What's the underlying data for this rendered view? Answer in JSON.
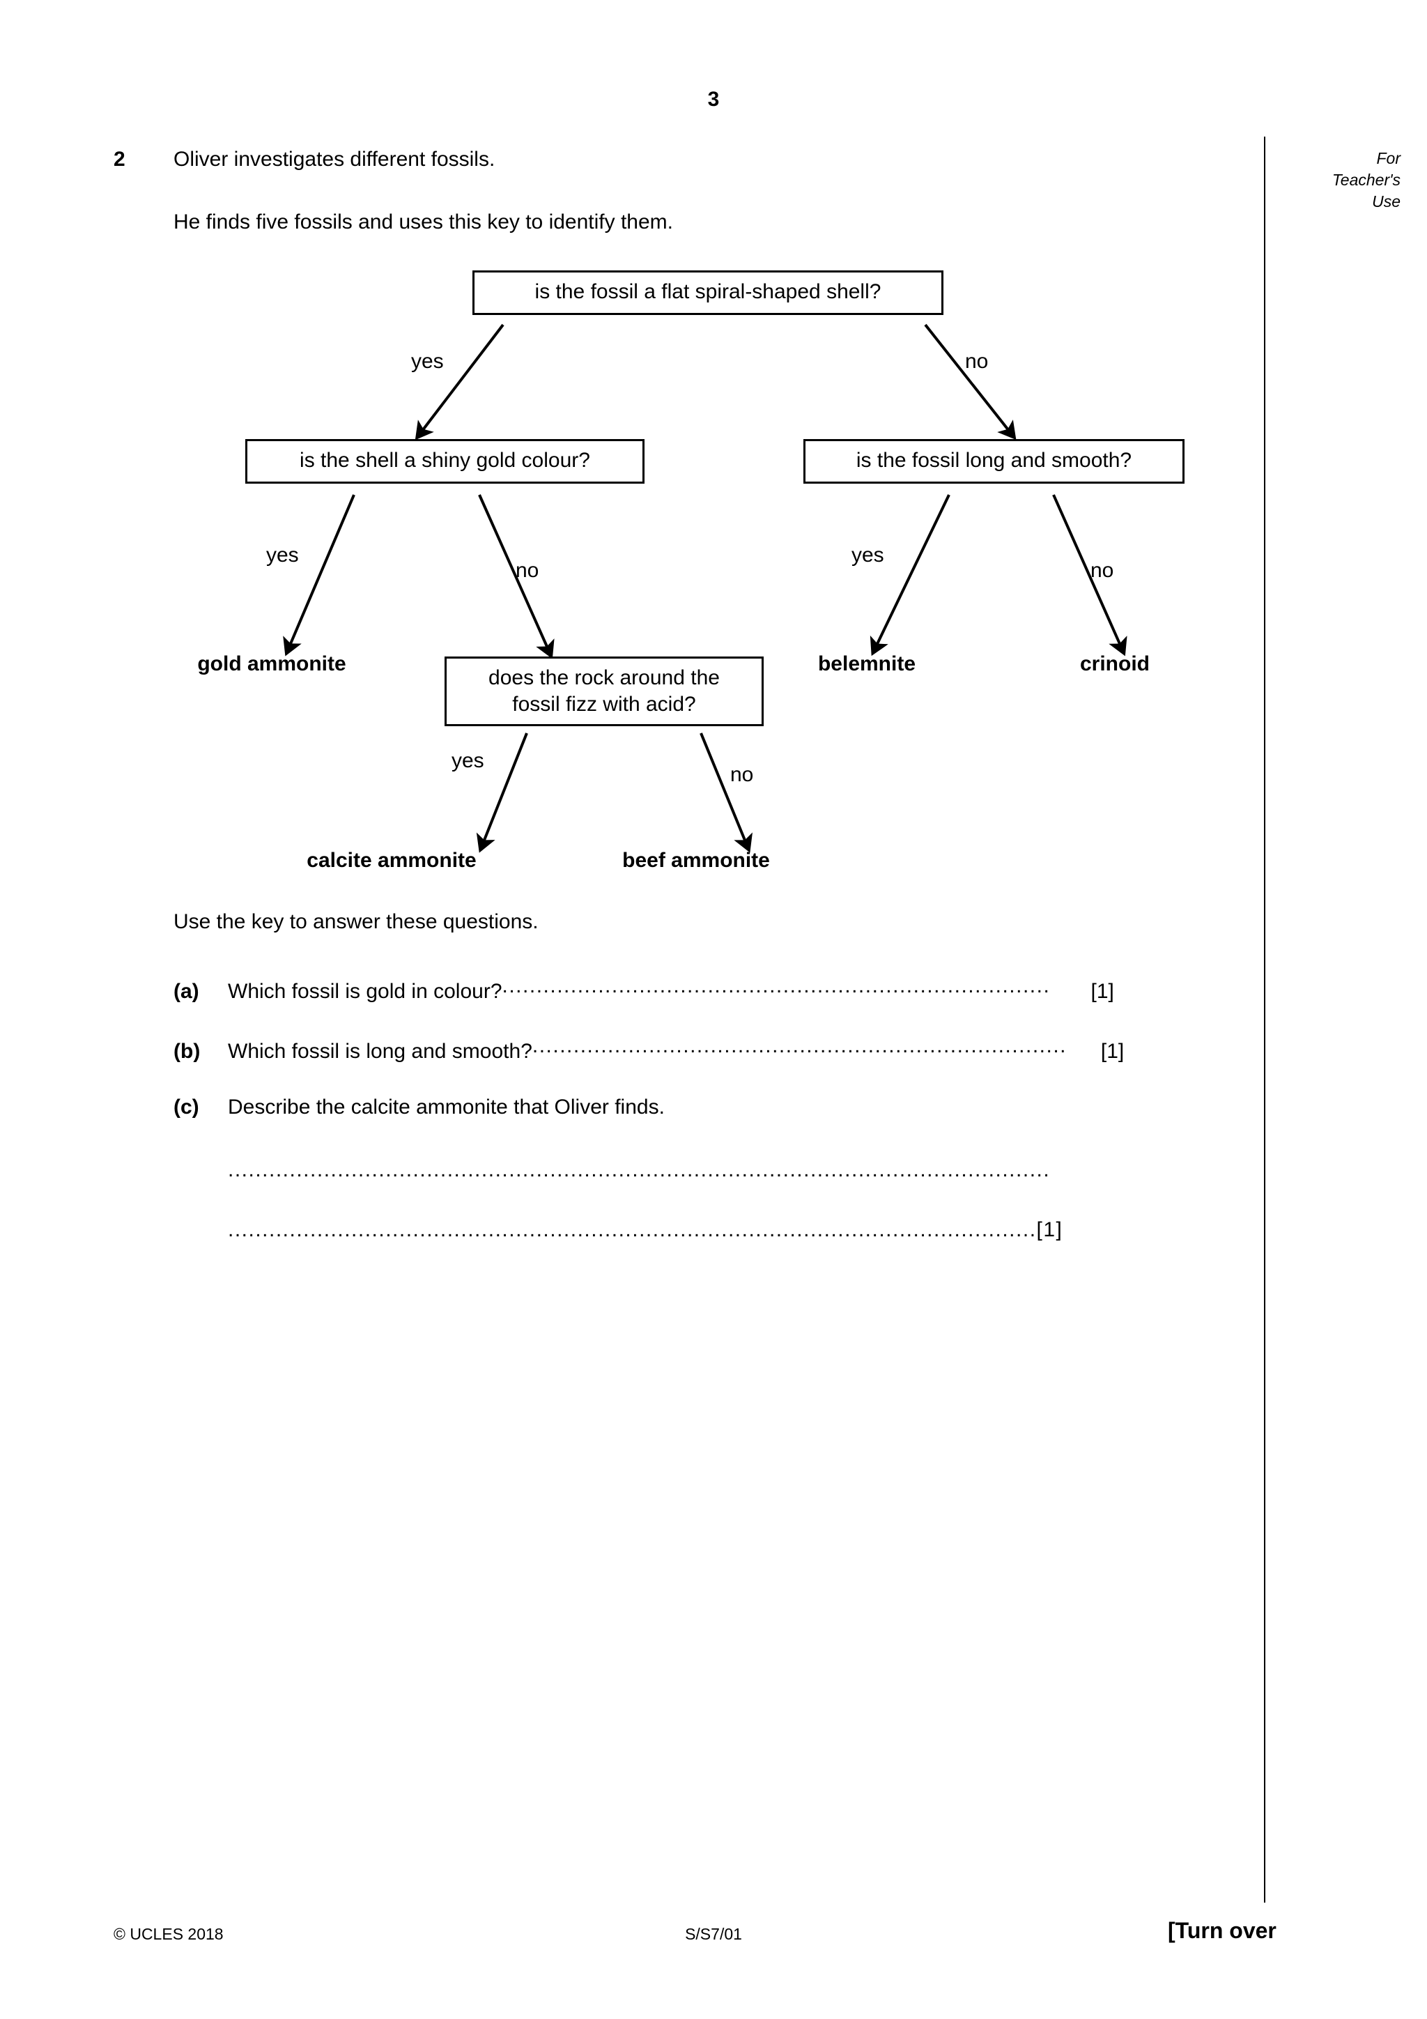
{
  "header": {
    "page_number": "3",
    "teacher_use_line_1": "For",
    "teacher_use_line_2": "Teacher's",
    "teacher_use_line_3": "Use"
  },
  "question": {
    "number": "2",
    "stem_line_1": "Oliver investigates different fossils.",
    "stem_line_2": "He finds five fossils and uses this key to identify them.",
    "instruction": "Use the key to answer these questions."
  },
  "key_diagram": {
    "boxes": {
      "root": "is the fossil a flat spiral-shaped shell?",
      "gold": "is the shell a shiny gold colour?",
      "long": "is the fossil long and smooth?",
      "fizz_line_1": "does the rock around the",
      "fizz_line_2": "fossil fizz with acid?"
    },
    "leaves": {
      "gold_ammonite": "gold ammonite",
      "belemnite": "belemnite",
      "crinoid": "crinoid",
      "calcite_ammonite": "calcite ammonite",
      "beef_ammonite": "beef ammonite"
    },
    "branch_labels": {
      "yes_root": "yes",
      "no_root": "no",
      "yes_gold": "yes",
      "no_gold": "no",
      "yes_long": "yes",
      "no_long": "no",
      "yes_fizz": "yes",
      "no_fizz": "no"
    }
  },
  "parts": [
    {
      "letter": "(a)",
      "text": "Which fossil is gold in colour?",
      "dots": "................................................................................",
      "marks": "[1]"
    },
    {
      "letter": "(b)",
      "text": "Which fossil is long and smooth?",
      "dots": "..............................................................................",
      "marks": "[1]"
    },
    {
      "letter": "(c)",
      "text": "Describe the calcite ammonite that Oliver finds.",
      "dots": "",
      "marks": ""
    }
  ],
  "answer_lines": [
    {
      "dots": "........................................................................................................................",
      "marks": ""
    },
    {
      "dots": "......................................................................................................................",
      "marks": "[1]"
    }
  ],
  "footer": {
    "copyright": "© UCLES 2018",
    "code": "S/S7/01",
    "turn_over": "[Turn over"
  }
}
